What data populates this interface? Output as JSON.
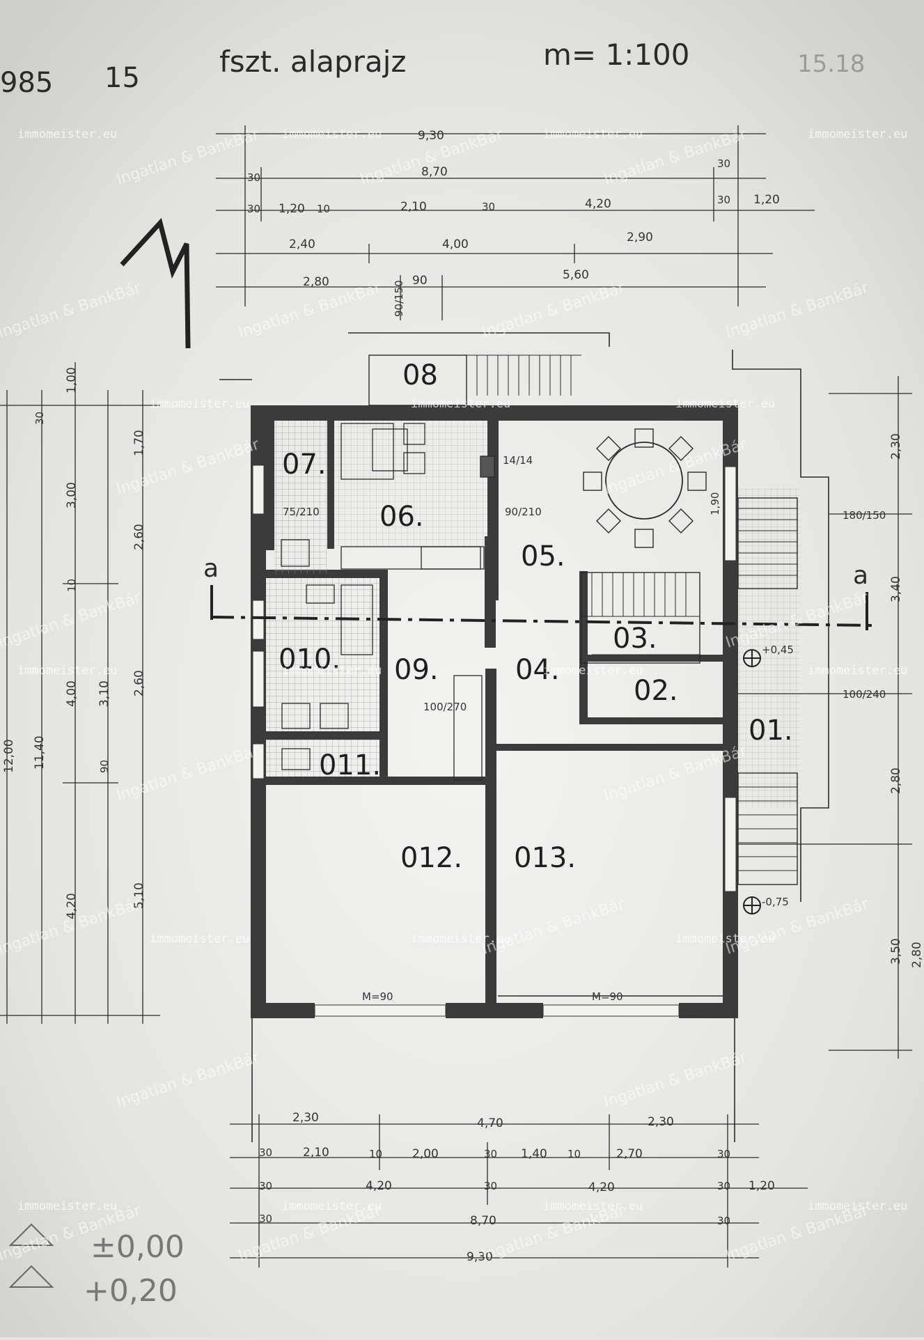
{
  "header": {
    "title": "fszt. alaprajz",
    "scale": "m= 1:100",
    "ref_number": "15.18",
    "top_left_notes": [
      "985",
      "15"
    ]
  },
  "rooms": [
    {
      "id": "01.",
      "label": "01."
    },
    {
      "id": "02.",
      "label": "02."
    },
    {
      "id": "03.",
      "label": "03."
    },
    {
      "id": "04.",
      "label": "04."
    },
    {
      "id": "05.",
      "label": "05."
    },
    {
      "id": "06.",
      "label": "06."
    },
    {
      "id": "07.",
      "label": "07."
    },
    {
      "id": "08",
      "label": "08"
    },
    {
      "id": "09.",
      "label": "09."
    },
    {
      "id": "010.",
      "label": "010."
    },
    {
      "id": "011.",
      "label": "011."
    },
    {
      "id": "012.",
      "label": "012."
    },
    {
      "id": "013.",
      "label": "013."
    }
  ],
  "section_marks": [
    "a",
    "a"
  ],
  "dimensions": {
    "top": {
      "row1": [
        "9,30"
      ],
      "row2": [
        "30",
        "8,70",
        "30"
      ],
      "row3": [
        "30",
        "1,20",
        "10",
        "2,10",
        "30",
        "4,20",
        "30",
        "1,20"
      ],
      "row4": [
        "2,40",
        "4,00",
        "2,90"
      ],
      "row5": [
        "2,80",
        "90",
        "5,60"
      ]
    },
    "bottom": {
      "row1": [
        "2,30",
        "4,70",
        "2,30"
      ],
      "row2": [
        "30",
        "2,10",
        "10",
        "2,00",
        "30",
        "1,40",
        "10",
        "2,70",
        "30"
      ],
      "row3": [
        "30",
        "4,20",
        "30",
        "4,20",
        "30",
        "1,20"
      ],
      "row4": [
        "30",
        "8,70",
        "30"
      ],
      "row5": [
        "9,30"
      ]
    },
    "left": [
      "12,00",
      "11,40",
      "4,00",
      "3,00",
      "1,00",
      "30",
      "4,20",
      "1,70",
      "2,60",
      "2,60",
      "5,10",
      "10",
      "90",
      "3,10"
    ],
    "right": [
      "2,30",
      "3,40",
      "2,80",
      "3,50",
      "2,80"
    ],
    "openings": [
      "90/150",
      "90/210",
      "75/210",
      "100/270",
      "180/150",
      "100/240",
      "1,90",
      "M=90",
      "14/14"
    ],
    "levels": [
      "+0,45",
      "-0,75",
      "±0,00",
      "+0,20"
    ]
  },
  "watermarks": {
    "site": "immomeister.eu",
    "agency": "Ingatlan & BankBár"
  }
}
